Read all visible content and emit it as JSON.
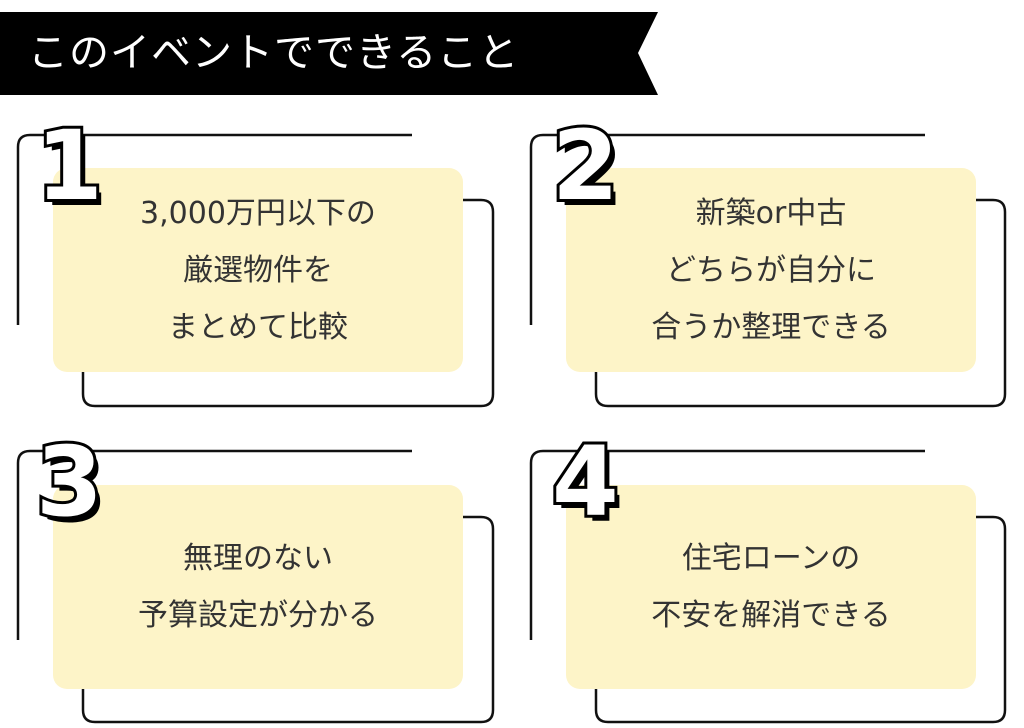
{
  "banner": {
    "title": "このイベントでできること"
  },
  "cards": [
    {
      "number": "1",
      "lines": [
        "3,000万円以下の",
        "厳選物件を",
        "まとめて比較"
      ]
    },
    {
      "number": "2",
      "lines": [
        "新築or中古",
        "どちらが自分に",
        "合うか整理できる"
      ]
    },
    {
      "number": "3",
      "lines": [
        "無理のない",
        "予算設定が分かる"
      ]
    },
    {
      "number": "4",
      "lines": [
        "住宅ローンの",
        "不安を解消できる"
      ]
    }
  ],
  "colors": {
    "card_bg": "#fdf4c8",
    "banner_bg": "#000000",
    "text": "#333333"
  }
}
